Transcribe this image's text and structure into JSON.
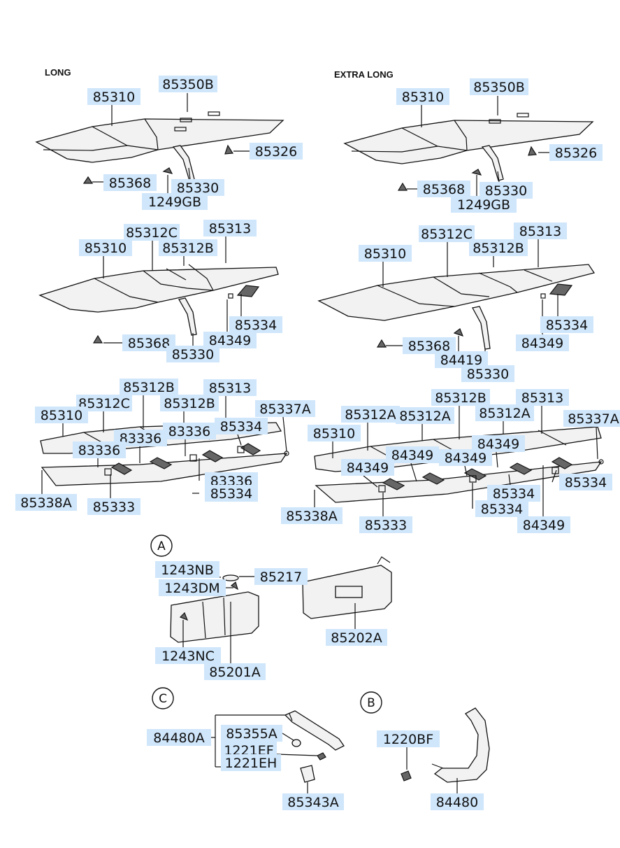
{
  "section_titles": {
    "long": "LONG",
    "extra_long": "EXTRA LONG"
  },
  "detail_markers": {
    "a": "A",
    "b": "B",
    "c": "C"
  },
  "labels": {
    "l1_85310": "85310",
    "l1_85350b": "85350B",
    "l1_85326": "85326",
    "l1_85368": "85368",
    "l1_85330": "85330",
    "l1_1249gb": "1249GB",
    "r1_85310": "85310",
    "r1_85350b": "85350B",
    "r1_85326": "85326",
    "r1_85368": "85368",
    "r1_85330": "85330",
    "r1_1249gb": "1249GB",
    "l2_85312c": "85312C",
    "l2_85313": "85313",
    "l2_85310": "85310",
    "l2_85312b": "85312B",
    "l2_85334": "85334",
    "l2_85368": "85368",
    "l2_84349": "84349",
    "l2_85330": "85330",
    "r2_85312c": "85312C",
    "r2_85313": "85313",
    "r2_85310": "85310",
    "r2_85312b": "85312B",
    "r2_85334": "85334",
    "r2_85368": "85368",
    "r2_84349": "84349",
    "r2_84419": "84419",
    "r2_85330": "85330",
    "l3_85312b_a": "85312B",
    "l3_85313": "85313",
    "l3_85312c": "85312C",
    "l3_85312b_b": "85312B",
    "l3_85337a": "85337A",
    "l3_85310": "85310",
    "l3_83336_a": "83336",
    "l3_83336_b": "83336",
    "l3_85334_a": "85334",
    "l3_83336_c": "83336",
    "l3_83336_d": "83336",
    "l3_85334_b": "85334",
    "l3_85338a": "85338A",
    "l3_85333": "85333",
    "r3_85312b": "85312B",
    "r3_85313": "85313",
    "r3_85312a_a": "85312A",
    "r3_85312a_b": "85312A",
    "r3_85312a_c": "85312A",
    "r3_85337a": "85337A",
    "r3_85310": "85310",
    "r3_84349_a": "84349",
    "r3_84349_b": "84349",
    "r3_84349_c": "84349",
    "r3_84349_d": "84349",
    "r3_85334_a": "85334",
    "r3_85334_b": "85334",
    "r3_85334_c": "85334",
    "r3_85338a": "85338A",
    "r3_85333": "85333",
    "r3_84349_e": "84349",
    "a_1243nb": "1243NB",
    "a_85217": "85217",
    "a_1243dm": "1243DM",
    "a_85202a": "85202A",
    "a_1243nc": "1243NC",
    "a_85201a": "85201A",
    "c_84480a": "84480A",
    "c_85355a": "85355A",
    "c_1221ef": "1221EF",
    "c_1221eh": "1221EH",
    "c_85343a": "85343A",
    "b_1220bf": "1220BF",
    "b_84480": "84480"
  }
}
